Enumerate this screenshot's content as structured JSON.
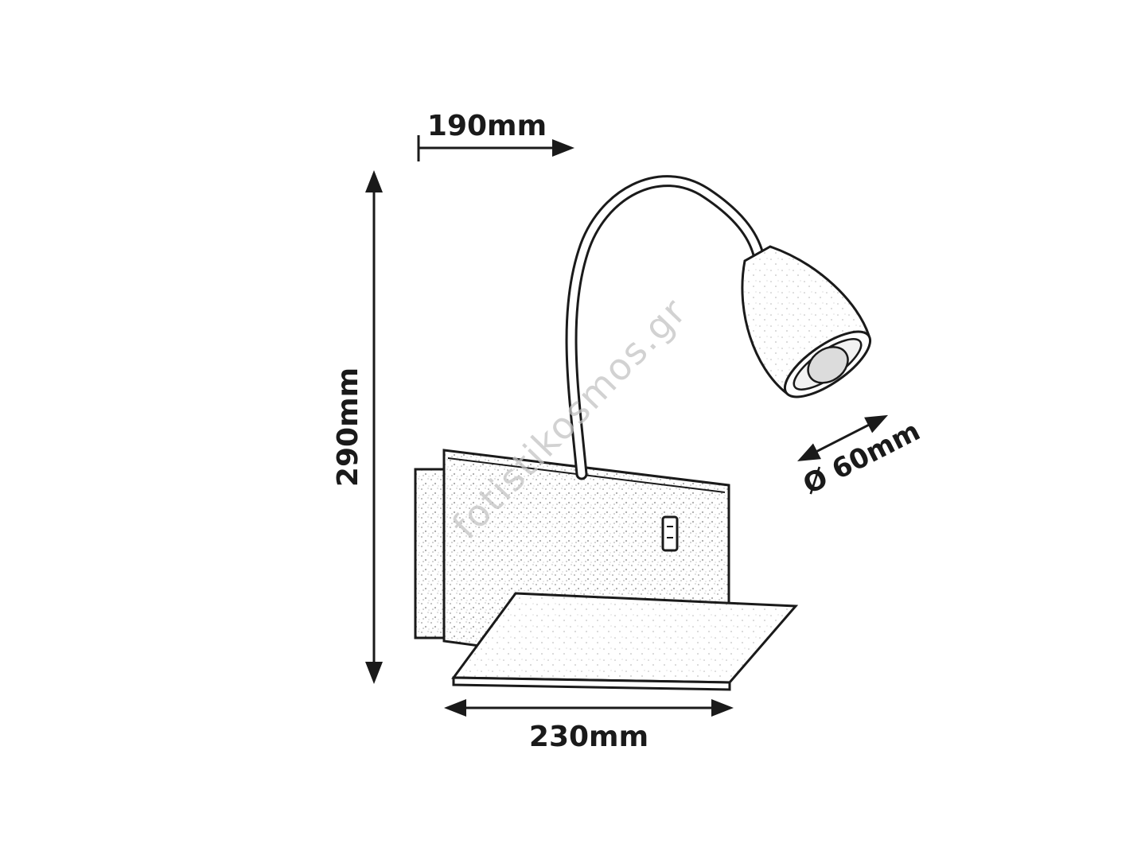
{
  "watermark": {
    "text": "fotistikosmos.gr",
    "color": "#c3c3c3"
  },
  "dimensions": {
    "height": {
      "label": "290mm"
    },
    "top_width": {
      "label": "190mm"
    },
    "shelf_width": {
      "label": "230mm"
    },
    "head_diameter": {
      "label": "Ø 60mm"
    }
  },
  "drawing": {
    "subject": "wall-lamp-with-shelf-and-usb",
    "ink_color": "#1a1a1a"
  }
}
